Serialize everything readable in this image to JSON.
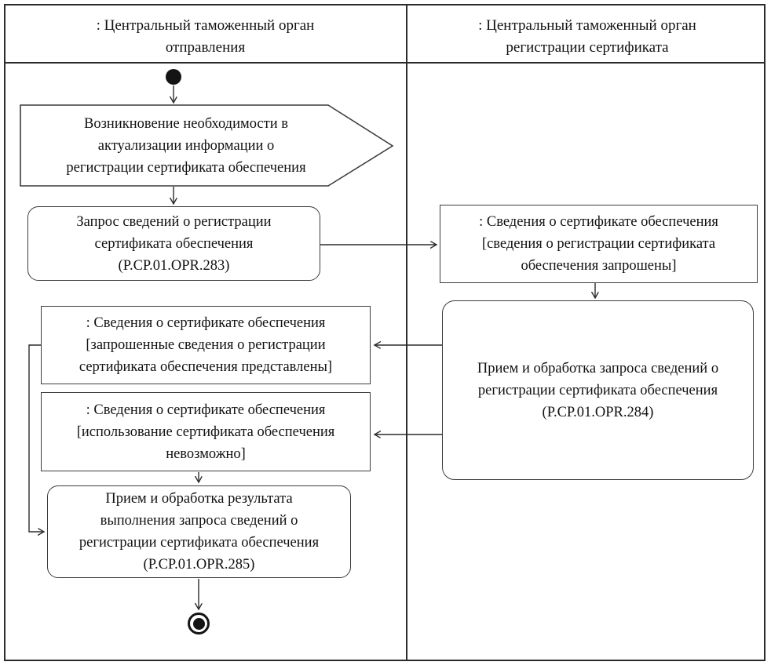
{
  "diagram": {
    "type": "uml-activity-swimlane",
    "colors": {
      "line": "#2b2b2b",
      "node_border": "#3c3c3c",
      "text": "#111111",
      "background": "#ffffff"
    },
    "lanes": {
      "left": {
        "lines": [
          ": Центральный таможенный орган",
          "отправления"
        ]
      },
      "right": {
        "lines": [
          ": Центральный таможенный орган",
          "регистрации сертификата"
        ]
      }
    },
    "nodes": {
      "signal_event": {
        "shape": "signal-receipt-pentagon",
        "lines": [
          "Возникновение необходимости в",
          "актуализации информации о",
          "регистрации сертификата обеспечения"
        ]
      },
      "action_283": {
        "shape": "rounded-action",
        "lines": [
          "Запрос сведений о регистрации",
          "сертификата обеспечения",
          "(P.CP.01.OPR.283)"
        ]
      },
      "object_requested": {
        "shape": "object-node",
        "lines": [
          ": Сведения о сертификате обеспечения",
          "[сведения о регистрации сертификата",
          "обеспечения запрошены]"
        ]
      },
      "action_284": {
        "shape": "rounded-action",
        "lines": [
          "Прием и обработка запроса сведений о",
          "регистрации сертификата обеспечения",
          "(P.CP.01.OPR.284)"
        ]
      },
      "object_provided": {
        "shape": "object-node",
        "lines": [
          ": Сведения о сертификате обеспечения",
          "[запрошенные сведения о регистрации",
          "сертификата обеспечения представлены]"
        ]
      },
      "object_impossible": {
        "shape": "object-node",
        "lines": [
          ": Сведения о сертификате обеспечения",
          "[использование сертификата обеспечения",
          "невозможно]"
        ]
      },
      "action_285": {
        "shape": "rounded-action",
        "lines": [
          "Прием и обработка результата",
          "выполнения запроса сведений о",
          "регистрации сертификата обеспечения",
          "(P.CP.01.OPR.285)"
        ]
      }
    }
  }
}
